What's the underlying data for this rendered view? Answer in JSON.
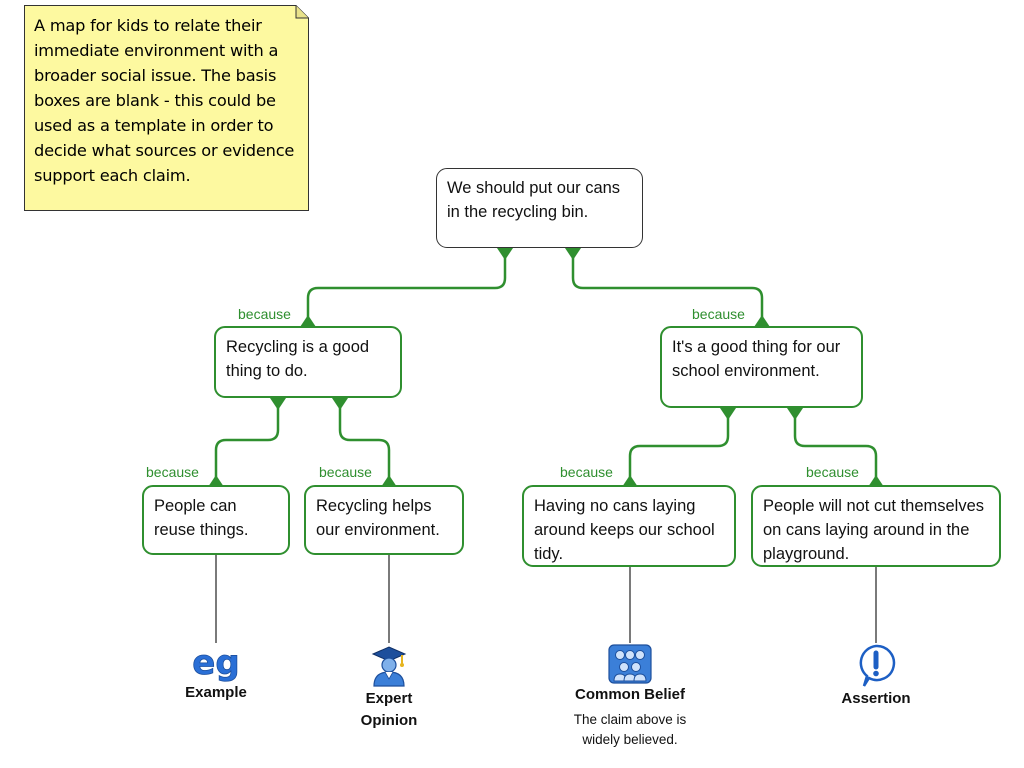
{
  "note": {
    "text": "A map for kids to relate their immediate environment with a broader social issue.  The basis boxes are blank - this could be used as a template in order to decide what sources or evidence support each claim."
  },
  "claim": {
    "text": "We should put our cans in the recycling bin."
  },
  "reasons": {
    "left": {
      "connector": "because",
      "text": "Recycling is a good thing to do."
    },
    "right": {
      "connector": "because",
      "text": "It's a good thing for our school environment."
    }
  },
  "sub_reasons": {
    "reuse": {
      "connector": "because",
      "text": "People can reuse things."
    },
    "helps": {
      "connector": "because",
      "text": "Recycling helps our environment."
    },
    "tidy": {
      "connector": "because",
      "text": "Having no cans laying around keeps our school tidy."
    },
    "cut": {
      "connector": "because",
      "text": "People will not cut themselves on cans laying around in the playground."
    }
  },
  "bases": {
    "example": {
      "icon": "eg-icon",
      "label": "Example"
    },
    "expert": {
      "icon": "expert-graduate-icon",
      "label": "Expert Opinion"
    },
    "common": {
      "icon": "crowd-icon",
      "label": "Common Belief",
      "description": "The claim above is widely believed."
    },
    "assertion": {
      "icon": "exclamation-bubble-icon",
      "label": "Assertion"
    }
  },
  "colors": {
    "link_green": "#2f8f2f",
    "note_fill": "#fdf9a0",
    "icon_blue": "#2a6fd6"
  }
}
